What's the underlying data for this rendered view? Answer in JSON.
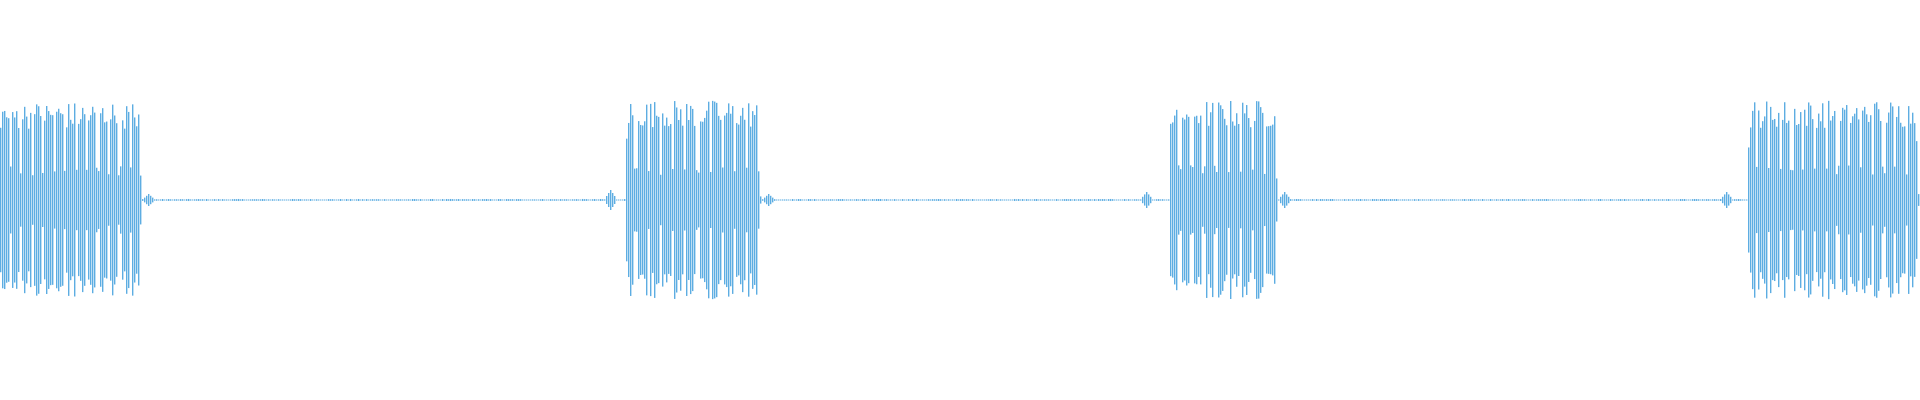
{
  "waveform": {
    "color": "#5dade2",
    "background": "#ffffff",
    "amplitude_scale": "normalized",
    "bursts": [
      {
        "start": 0.0,
        "end": 0.074,
        "peak": 0.49,
        "pulses": 13
      },
      {
        "start": 0.326,
        "end": 0.397,
        "peak": 0.5,
        "pulses": 11
      },
      {
        "start": 0.609,
        "end": 0.666,
        "peak": 0.5,
        "pulses": 9
      },
      {
        "start": 0.91,
        "end": 1.0,
        "peak": 0.5,
        "pulses": 15
      }
    ],
    "clicks": [
      {
        "pos": 0.078,
        "amp": 0.03
      },
      {
        "pos": 0.318,
        "amp": 0.05
      },
      {
        "pos": 0.401,
        "amp": 0.03
      },
      {
        "pos": 0.597,
        "amp": 0.04
      },
      {
        "pos": 0.669,
        "amp": 0.04
      },
      {
        "pos": 0.899,
        "amp": 0.04
      }
    ],
    "baseline_noise": 0.004
  }
}
